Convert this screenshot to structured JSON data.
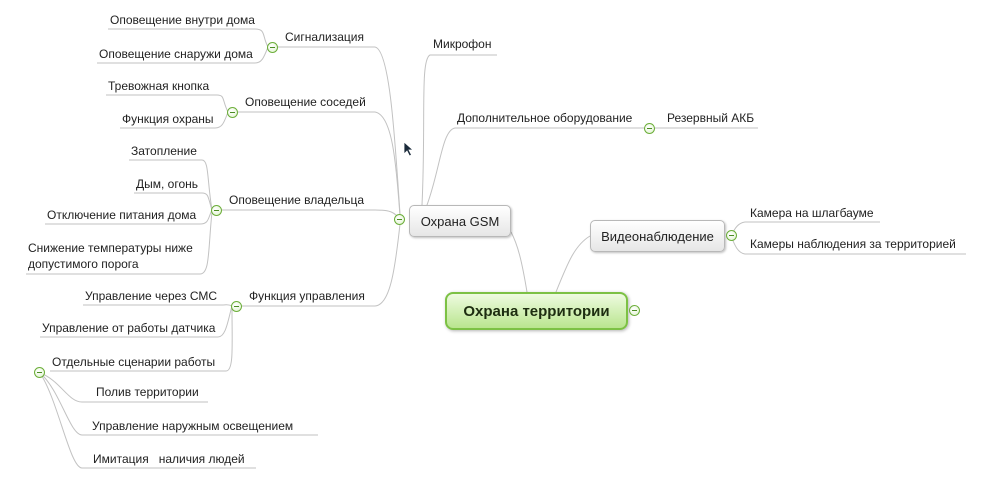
{
  "root": {
    "label": "Охрана территории"
  },
  "nodes": {
    "gsm": "Охрана GSM",
    "video": "Видеонаблюдение",
    "microphone": "Микрофон",
    "extra_equipment": "Дополнительное оборудование",
    "backup_battery": "Резервный АКБ",
    "camera_barrier": "Камера на шлагбауме",
    "cameras_territory": "Камеры наблюдения за территорией",
    "alarm": "Сигнализация",
    "alarm_inside": "Оповещение внутри дома",
    "alarm_outside": "Оповещение снаружи дома",
    "neighbors": "Оповещение соседей",
    "panic_button": "Тревожная кнопка",
    "guard_function": "Функция охраны",
    "owner": "Оповещение владельца",
    "flood": "Затопление",
    "smoke_fire": "Дым, огонь",
    "power_off": "Отключение питания дома",
    "temp_drop": "Снижение температуры ниже допустимого порога",
    "control": "Функция управления",
    "sms_control": "Управление через СМС",
    "sensor_control": "Управление от работы датчика",
    "scenarios": "Отдельные сценарии работы",
    "watering": "Полив территории",
    "outdoor_lighting": "Управление наружным освещением",
    "presence_imitation": "Имитация   наличия людей"
  },
  "colors": {
    "root_border": "#7cc144",
    "root_fill": "#b9e58e",
    "line": "#bdbdbd",
    "collapse_border": "#6cae3a"
  }
}
